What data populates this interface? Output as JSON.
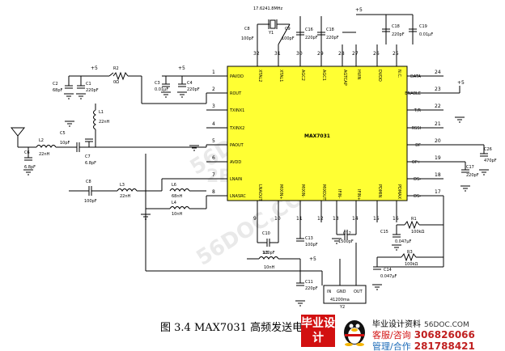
{
  "caption": "图 3.4   MAX7031 高频发送电",
  "ic": {
    "name": "MAX7031",
    "pins_left": [
      {
        "num": "1",
        "label": "PAVDD"
      },
      {
        "num": "2",
        "label": "ROUT"
      },
      {
        "num": "3",
        "label": "TXINX1"
      },
      {
        "num": "4",
        "label": "TXINX2"
      },
      {
        "num": "5",
        "label": "PAOUT"
      },
      {
        "num": "6",
        "label": "AVDD"
      },
      {
        "num": "7",
        "label": "LNAIN"
      },
      {
        "num": "8",
        "label": "LNASRC"
      }
    ],
    "pins_right": [
      {
        "num": "24",
        "label": "DATA"
      },
      {
        "num": "23",
        "label": "ENABLE"
      },
      {
        "num": "22",
        "label": "T/R"
      },
      {
        "num": "21",
        "label": "RSSI"
      },
      {
        "num": "20",
        "label": "DF"
      },
      {
        "num": "19",
        "label": "OP+"
      },
      {
        "num": "18",
        "label": "DS-"
      },
      {
        "num": "17",
        "label": "DS-"
      }
    ],
    "pins_top": [
      {
        "num": "32",
        "label": "XTAL2"
      },
      {
        "num": "31",
        "label": "XTAL1"
      },
      {
        "num": "30",
        "label": "AGC2"
      },
      {
        "num": "29",
        "label": "AGC1"
      },
      {
        "num": "28",
        "label": "AGTCAP"
      },
      {
        "num": "27",
        "label": "HVIN"
      },
      {
        "num": "26",
        "label": "DVDD"
      },
      {
        "num": "25",
        "label": "N.C."
      }
    ],
    "pins_bottom": [
      {
        "num": "9",
        "label": "LNAOUT"
      },
      {
        "num": "10",
        "label": "MIXIN+"
      },
      {
        "num": "11",
        "label": "MIXIN-"
      },
      {
        "num": "12",
        "label": "MIXOUT"
      },
      {
        "num": "13",
        "label": "IFIN-"
      },
      {
        "num": "14",
        "label": "IFIN+"
      },
      {
        "num": "15",
        "label": "PDMIN"
      },
      {
        "num": "16",
        "label": "PDMAX"
      }
    ]
  },
  "components": {
    "crystal": "17.6241.8MHz",
    "y1": "Y1",
    "c8": "C8",
    "c8v": "100pF",
    "c9": "C9",
    "c9v": "100pF",
    "c16": "C16",
    "c16v": "220pF",
    "c18": "C18",
    "c18v": "220pF",
    "c19": "C19",
    "c19v": "0.01μF",
    "c1": "C1",
    "c1v": "220pF",
    "c2": "C2",
    "c2v": "68pF",
    "r2": "R2",
    "r2v": "0Ω",
    "c3": "C3",
    "c3v": "0.01μF",
    "c4": "C4",
    "c4v": "220pF",
    "l1": "L1",
    "l1v": "22nH",
    "l2": "L2",
    "l2v": "22nH",
    "c5": "C5",
    "c5v": "10pF",
    "c7": "C7",
    "c7v": "6.8pF",
    "c6": "C6",
    "c6v": "6.8pF",
    "l3": "L3",
    "l3v": "22nH",
    "c8b": "C8",
    "c8bv": "100pF",
    "l6": "L6",
    "l6v": "68nH",
    "l4": "L4",
    "l4v": "10nH",
    "c26": "C26",
    "c26v": "470pF",
    "c17": "C17",
    "c17v": "220pF",
    "r1": "R1",
    "r1v": "100kΩ",
    "c15": "C15",
    "c15v": "0.047μF",
    "r3": "R3",
    "r3v": "100kΩ",
    "c14": "C14",
    "c14v": "0.047μF",
    "c10": "C10",
    "c10v": "100pF",
    "c13": "C13",
    "c13v": "100pF",
    "c12": "C12",
    "c12v": "1500pF",
    "l5": "L5",
    "l5v": "10nH",
    "c11": "C11",
    "c11v": "220pF",
    "reg": "41200ma",
    "reg_name": "Y2",
    "reg_in": "IN",
    "reg_gnd": "GND",
    "reg_out": "OUT",
    "vcc": "+5"
  },
  "watermarks": [
    "56DOC.COM",
    "2BYSJ.CN",
    "56DOC.COM"
  ],
  "footer": {
    "logo": "毕业设计",
    "title": "毕业设计资料",
    "site": "56DOC.COM",
    "line1_label": "客服/咨询",
    "line1_num": "306826066",
    "line2_label": "管理/合作",
    "line2_num": "281788421"
  }
}
